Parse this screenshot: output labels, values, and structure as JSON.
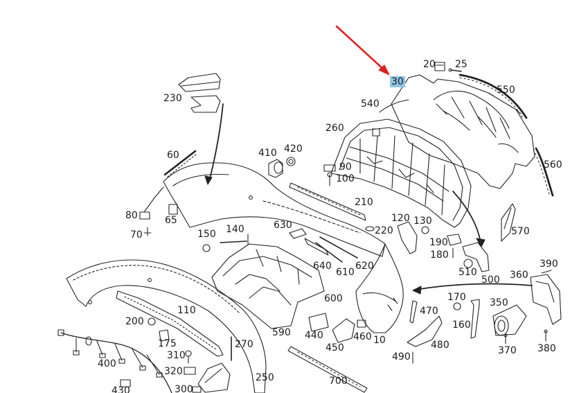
{
  "diagram": {
    "highlighted_part": "30",
    "accent_colors": {
      "arrow": "#e02020",
      "highlight": "#8ec4e6",
      "line": "#222222"
    },
    "labels": {
      "p20": "20",
      "p25": "25",
      "p30": "30",
      "p550": "550",
      "p540": "540",
      "p230": "230",
      "p260": "260",
      "p560": "560",
      "p60": "60",
      "p410": "410",
      "p420": "420",
      "p90": "90",
      "p100": "100",
      "p210": "210",
      "p80": "80",
      "p65": "65",
      "p70": "70",
      "p150": "150",
      "p140": "140",
      "p630": "630",
      "p120": "120",
      "p130": "130",
      "p220": "220",
      "p570": "570",
      "p190": "190",
      "p180": "180",
      "p640": "640",
      "p610": "610",
      "p620": "620",
      "p510": "510",
      "p500": "500",
      "p390": "390",
      "p360": "360",
      "p110": "110",
      "p200": "200",
      "p600": "600",
      "p170": "170",
      "p350": "350",
      "p470": "470",
      "p160": "160",
      "p175": "175",
      "p590": "590",
      "p440": "440",
      "p460": "460",
      "p10": "10",
      "p480": "480",
      "p270": "270",
      "p310": "310",
      "p450": "450",
      "p370": "370",
      "p380": "380",
      "p400": "400",
      "p490": "490",
      "p320": "320",
      "p250": "250",
      "p700": "700",
      "p430": "430",
      "p300": "300"
    }
  }
}
